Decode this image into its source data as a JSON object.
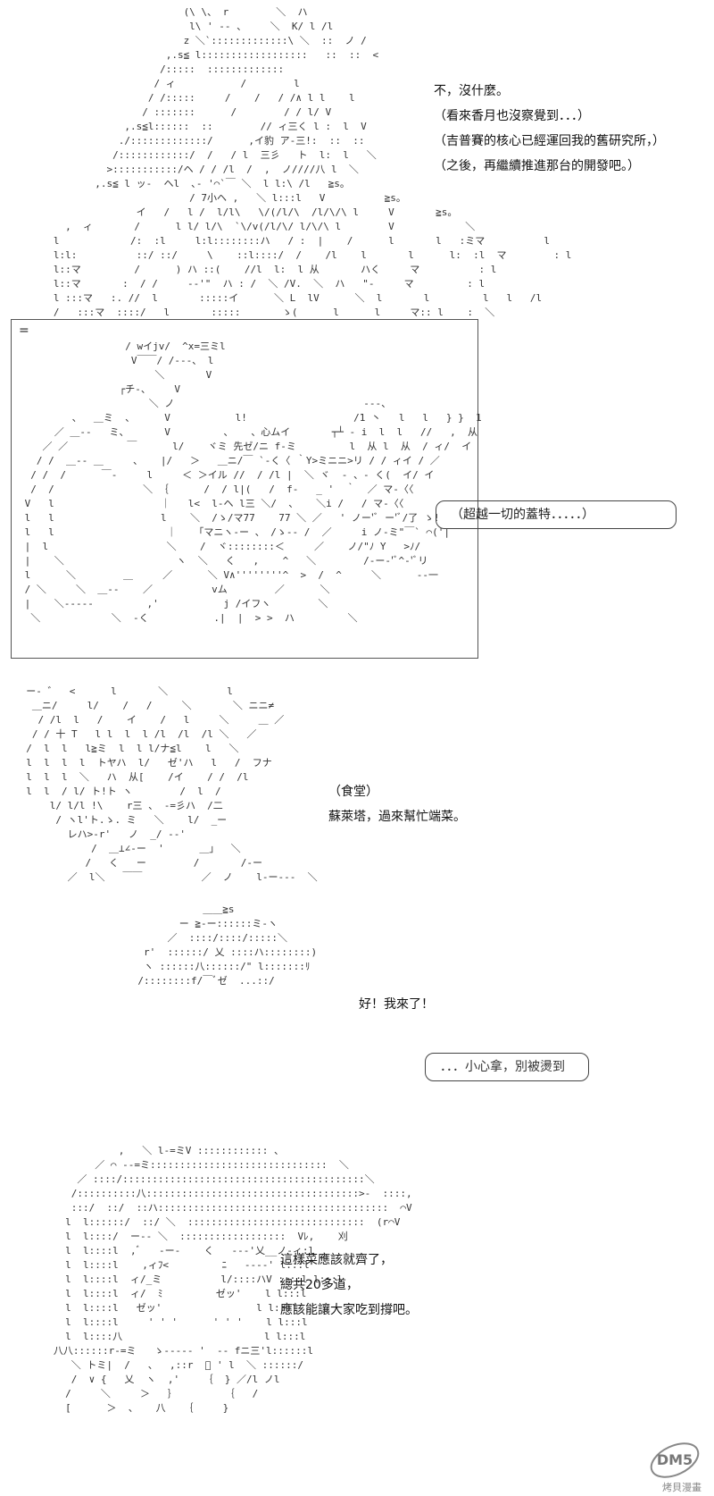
{
  "panel1": {
    "lines": [
      "不，沒什麼。",
      "（看來香月也沒察覺到．．．）",
      "（吉普賽的核心已經運回我的舊研究所，）",
      "（之後，再繼續推進那台的開發吧。）"
    ]
  },
  "panel2": {
    "frame_mark": "=",
    "bubble": "（超越一切的蓋特．．．．．）"
  },
  "panel3": {
    "place": "（食堂）",
    "line": "蘇萊塔，過來幫忙端菜。"
  },
  "panel4": {
    "line": "好！我來了！",
    "bubble": "．．．小心拿，別被燙到"
  },
  "panel5": {
    "lines": [
      "這樣菜應該就齊了，",
      "總共20多道，",
      "應該能讓大家吃到撐吧。"
    ]
  },
  "watermark": {
    "logo": "DM5",
    "text": "烤貝漫畫"
  }
}
